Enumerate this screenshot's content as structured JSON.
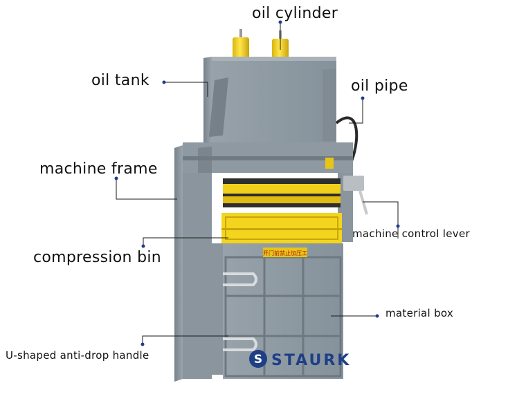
{
  "labels": {
    "oil_cylinder": "oil cylinder",
    "oil_tank": "oil tank",
    "oil_pipe": "oil pipe",
    "machine_frame": "machine frame",
    "machine_control_lever": "machine control lever",
    "compression_bin": "compression bin",
    "material_box": "material box",
    "u_handle": "U-shaped anti-drop  handle"
  },
  "sign_text": "开门前禁止加压工",
  "brand": {
    "logo_letter": "S",
    "name": "STAURK"
  },
  "colors": {
    "body_gray": "#8f9aa3",
    "yellow": "#f2d21c",
    "leader_line": "#1a1a1a",
    "dot": "#1f3c8a",
    "brand_blue": "#1e3f86"
  }
}
